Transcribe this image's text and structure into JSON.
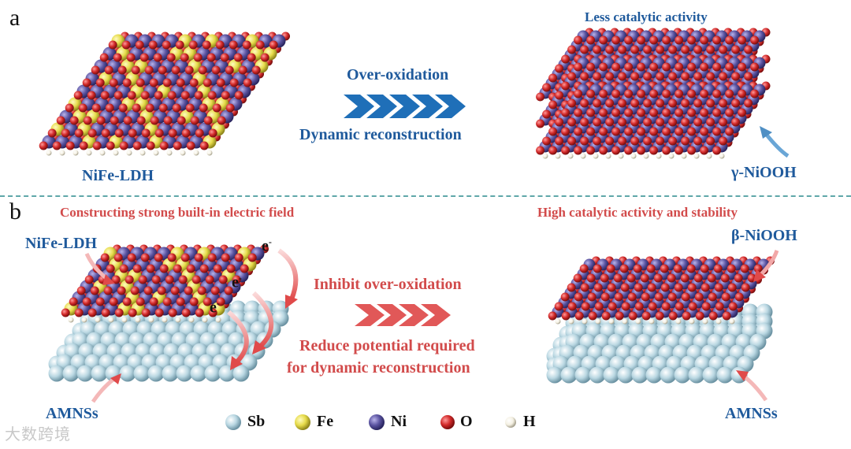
{
  "panel_a": {
    "letter": "a",
    "left_label": "NiFe-LDH",
    "arrow_top_label": "Over-oxidation",
    "arrow_bottom_label": "Dynamic reconstruction",
    "right_top_label": "Less catalytic activity",
    "right_product_label": "γ-NiOOH"
  },
  "panel_b": {
    "letter": "b",
    "left_heading": "Constructing strong built-in electric field",
    "right_heading": "High catalytic activity and stability",
    "left_layer_label": "NiFe-LDH",
    "left_substrate_label": "AMNSs",
    "electron_labels": [
      "e",
      "e",
      "e"
    ],
    "electron_superscript": "-",
    "arrow_top_label": "Inhibit over-oxidation",
    "arrow_bottom_line1": "Reduce potential required",
    "arrow_bottom_line2": "for dynamic reconstruction",
    "right_product_label": "β-NiOOH",
    "right_substrate_label": "AMNSs"
  },
  "legend": [
    {
      "element": "Sb",
      "color": "#b9d7e2"
    },
    {
      "element": "Fe",
      "color": "#e6db4a"
    },
    {
      "element": "Ni",
      "color": "#5a53a0"
    },
    {
      "element": "O",
      "color": "#d22a2a"
    },
    {
      "element": "H",
      "color": "#f4f0e2"
    }
  ],
  "watermark": "大数跨境",
  "colors": {
    "blue_text": "#1f5a9c",
    "pink_text": "#d24b4b",
    "blue_chevron": "#1f6fb8",
    "pink_chevron": "#e15858"
  }
}
